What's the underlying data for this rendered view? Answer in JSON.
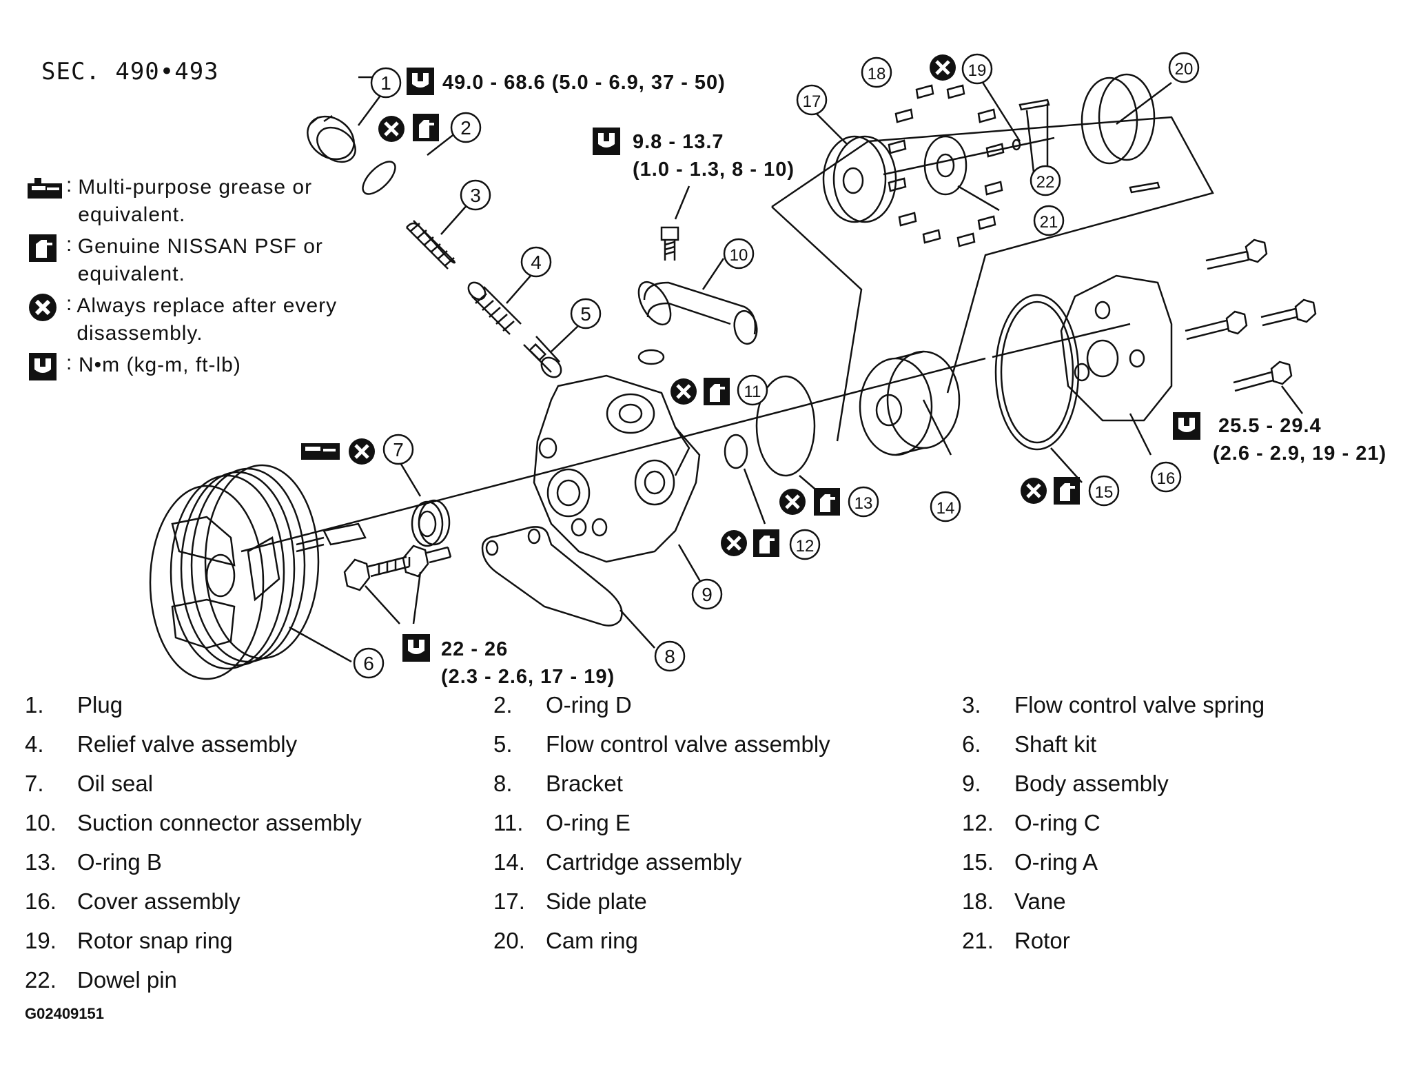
{
  "section_label": "SEC. 490•493",
  "legend": [
    {
      "icon": "grease-gun-icon",
      "text": "Multi-purpose grease or equivalent."
    },
    {
      "icon": "psf-oil-can-icon",
      "text": "Genuine NISSAN PSF or equivalent."
    },
    {
      "icon": "always-replace-icon",
      "text": "Always replace after every disassembly."
    },
    {
      "icon": "torque-wrench-icon",
      "text": "N•m  (kg-m,  ft-lb)"
    }
  ],
  "torque_specs": {
    "plug": {
      "line1": "49.0 - 68.6 (5.0 - 6.9, 37 - 50)",
      "line2": ""
    },
    "suction_bolt": {
      "line1": "9.8 - 13.7",
      "line2": "(1.0 - 1.3, 8 - 10)"
    },
    "cover_bolts": {
      "line1": "25.5 - 29.4",
      "line2": "(2.6 - 2.9, 19 - 21)"
    },
    "bracket_bolts": {
      "line1": "22 - 26",
      "line2": "(2.3 - 2.6, 17 - 19)"
    }
  },
  "callouts": [
    "1",
    "2",
    "3",
    "4",
    "5",
    "6",
    "7",
    "8",
    "9",
    "10",
    "11",
    "12",
    "13",
    "14",
    "15",
    "16",
    "17",
    "18",
    "19",
    "20",
    "21",
    "22"
  ],
  "parts": [
    {
      "num": "1.",
      "name": "Plug"
    },
    {
      "num": "2.",
      "name": "O-ring D"
    },
    {
      "num": "3.",
      "name": "Flow control valve spring"
    },
    {
      "num": "4.",
      "name": "Relief valve assembly"
    },
    {
      "num": "5.",
      "name": "Flow control valve assembly"
    },
    {
      "num": "6.",
      "name": "Shaft kit"
    },
    {
      "num": "7.",
      "name": "Oil seal"
    },
    {
      "num": "8.",
      "name": "Bracket"
    },
    {
      "num": "9.",
      "name": "Body assembly"
    },
    {
      "num": "10.",
      "name": "Suction connector assembly"
    },
    {
      "num": "11.",
      "name": "O-ring E"
    },
    {
      "num": "12.",
      "name": "O-ring C"
    },
    {
      "num": "13.",
      "name": "O-ring B"
    },
    {
      "num": "14.",
      "name": "Cartridge assembly"
    },
    {
      "num": "15.",
      "name": "O-ring A"
    },
    {
      "num": "16.",
      "name": "Cover assembly"
    },
    {
      "num": "17.",
      "name": "Side plate"
    },
    {
      "num": "18.",
      "name": "Vane"
    },
    {
      "num": "19.",
      "name": "Rotor snap ring"
    },
    {
      "num": "20.",
      "name": "Cam ring"
    },
    {
      "num": "21.",
      "name": "Rotor"
    },
    {
      "num": "22.",
      "name": "Dowel pin"
    }
  ],
  "figure_code": "G02409151"
}
